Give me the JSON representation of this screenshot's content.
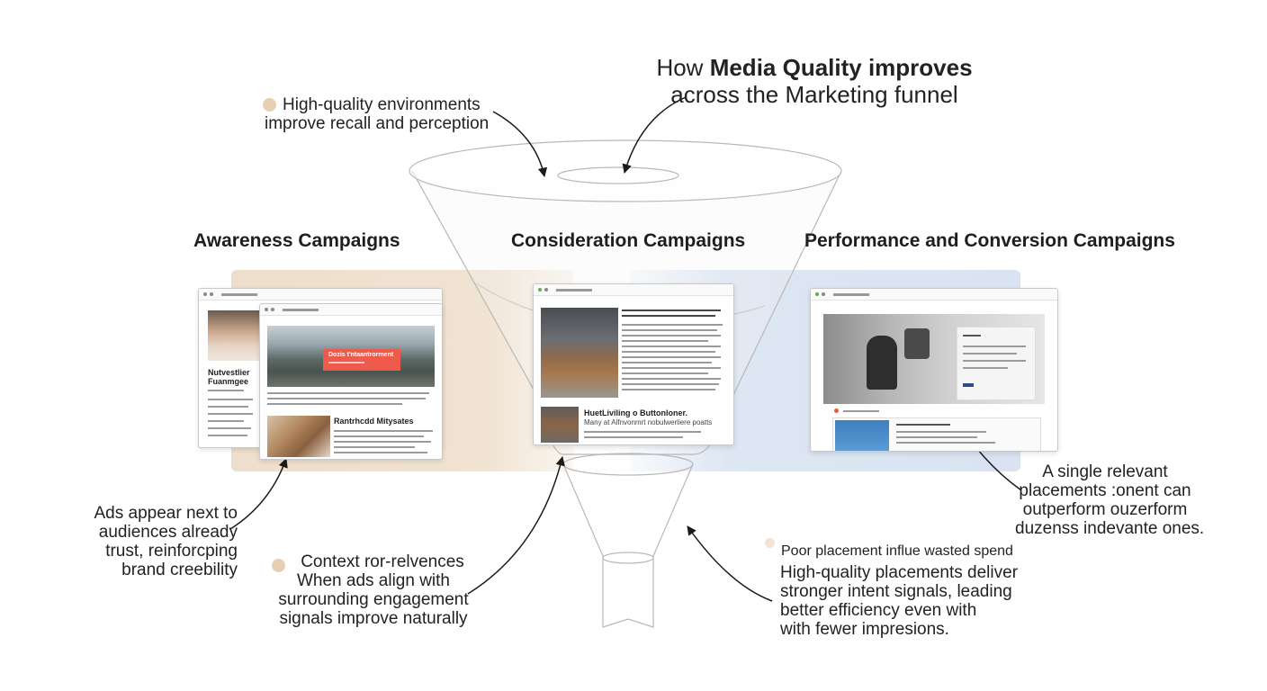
{
  "title": {
    "prefix": "How ",
    "emphasis": "Media Quality improves",
    "line2": "across the Marketing funnel"
  },
  "stages": [
    {
      "label": "Awareness Campaigns"
    },
    {
      "label": "Consideration Campaigns"
    },
    {
      "label": "Performance and Conversion Campaigns"
    }
  ],
  "annotations": {
    "top_left": {
      "lines": [
        "High-quality environments",
        "improve recall and perception"
      ],
      "dot_color": "#e7cfb3"
    },
    "bottom_left": {
      "lines": [
        "Ads appear next to",
        "audiences already",
        "trust, reinforcping",
        "brand creebility"
      ]
    },
    "bottom_center": {
      "lines": [
        "Context ror-relvences",
        "When ads align with",
        "surrounding engagement",
        "signals improve naturally"
      ],
      "dot_color": "#e7cfb3"
    },
    "bottom_right_small": {
      "text": "Poor placement influe wasted spend",
      "dot_color": "#f1e3d5"
    },
    "bottom_right": {
      "lines": [
        "High-quality placements deliver",
        "stronger intent signals, leading",
        "better efficiency even with",
        "with fewer impresions."
      ]
    },
    "right": {
      "lines": [
        "A single relevant",
        "placements :onent can",
        "outperform ouzerform",
        "duzenss indevante ones."
      ]
    }
  },
  "mockups": {
    "awareness_back": {
      "headline": "Nutvestlier",
      "subline": "Fuanmgee"
    },
    "awareness_front": {
      "banner": "Dozis t'ntaantrorment",
      "article_title": "Rantrhcdd Mitysates"
    },
    "consideration": {
      "article_title": "HuetLiviling o Buttonloner.",
      "article_sub": "Many at Alfnvonmrt nobulwerliere poatts"
    },
    "conversion": {}
  },
  "colors": {
    "awareness_band": "#eedfcc",
    "conversion_band": "#dce6f3",
    "banner_red": "#ee5a4b",
    "funnel_stroke": "#b8b8b8"
  },
  "icons": [
    "arrow-icon"
  ]
}
